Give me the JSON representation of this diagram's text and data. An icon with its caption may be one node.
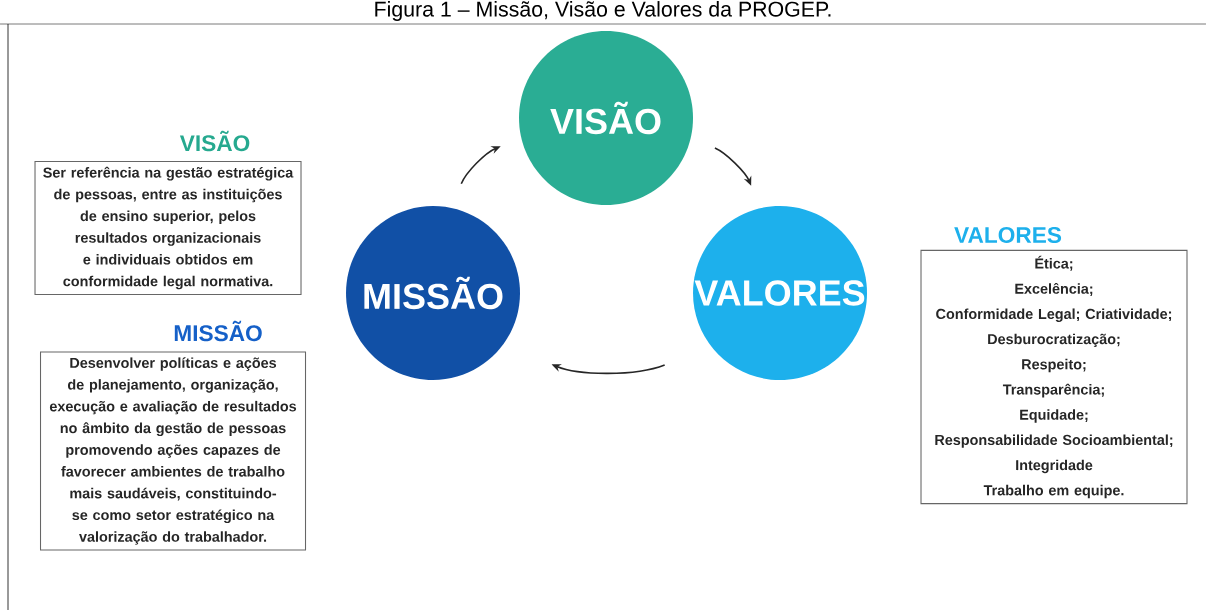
{
  "diagram": {
    "title": "Figura 1 – Missão, Visão e Valores da PROGEP.",
    "nodes": [
      {
        "text": [
          "VISÃO"
        ]
      },
      {
        "text": [
          "VALORES"
        ]
      },
      {
        "text": [
          "MISSÃO"
        ]
      },
      {
        "text": [
          "VISÃO",
          "Ser referência na gestão estratégica de pessoas, entre as instituições de ensino superior, pelos resultados organizacionais e individuais obtidos em conformidade legal normativa."
        ]
      },
      {
        "text": [
          "MISSÃO",
          "Desenvolver políticas e ações de planejamento, organização, execução e avaliação de resultados no âmbito da gestão de pessoas promovendo ações capazes de favorecer ambientes de trabalho mais saudáveis, constituindo-se como setor estratégico na valorização do trabalhador."
        ]
      },
      {
        "text": [
          "VALORES",
          "Ética;",
          "Excelência;",
          "Conformidade Legal; Criatividade;",
          "Desburocratização;",
          "Respeito;",
          "Transparência;",
          "Equidade;",
          "Responsabilidade Socioambiental;",
          "Integridade",
          "Trabalho em equipe."
        ]
      }
    ],
    "edges": [
      {
        "from": 2,
        "to": 0,
        "arrow": "to"
      },
      {
        "from": 0,
        "to": 1,
        "arrow": "to"
      },
      {
        "from": 1,
        "to": 2,
        "arrow": "to"
      }
    ]
  }
}
